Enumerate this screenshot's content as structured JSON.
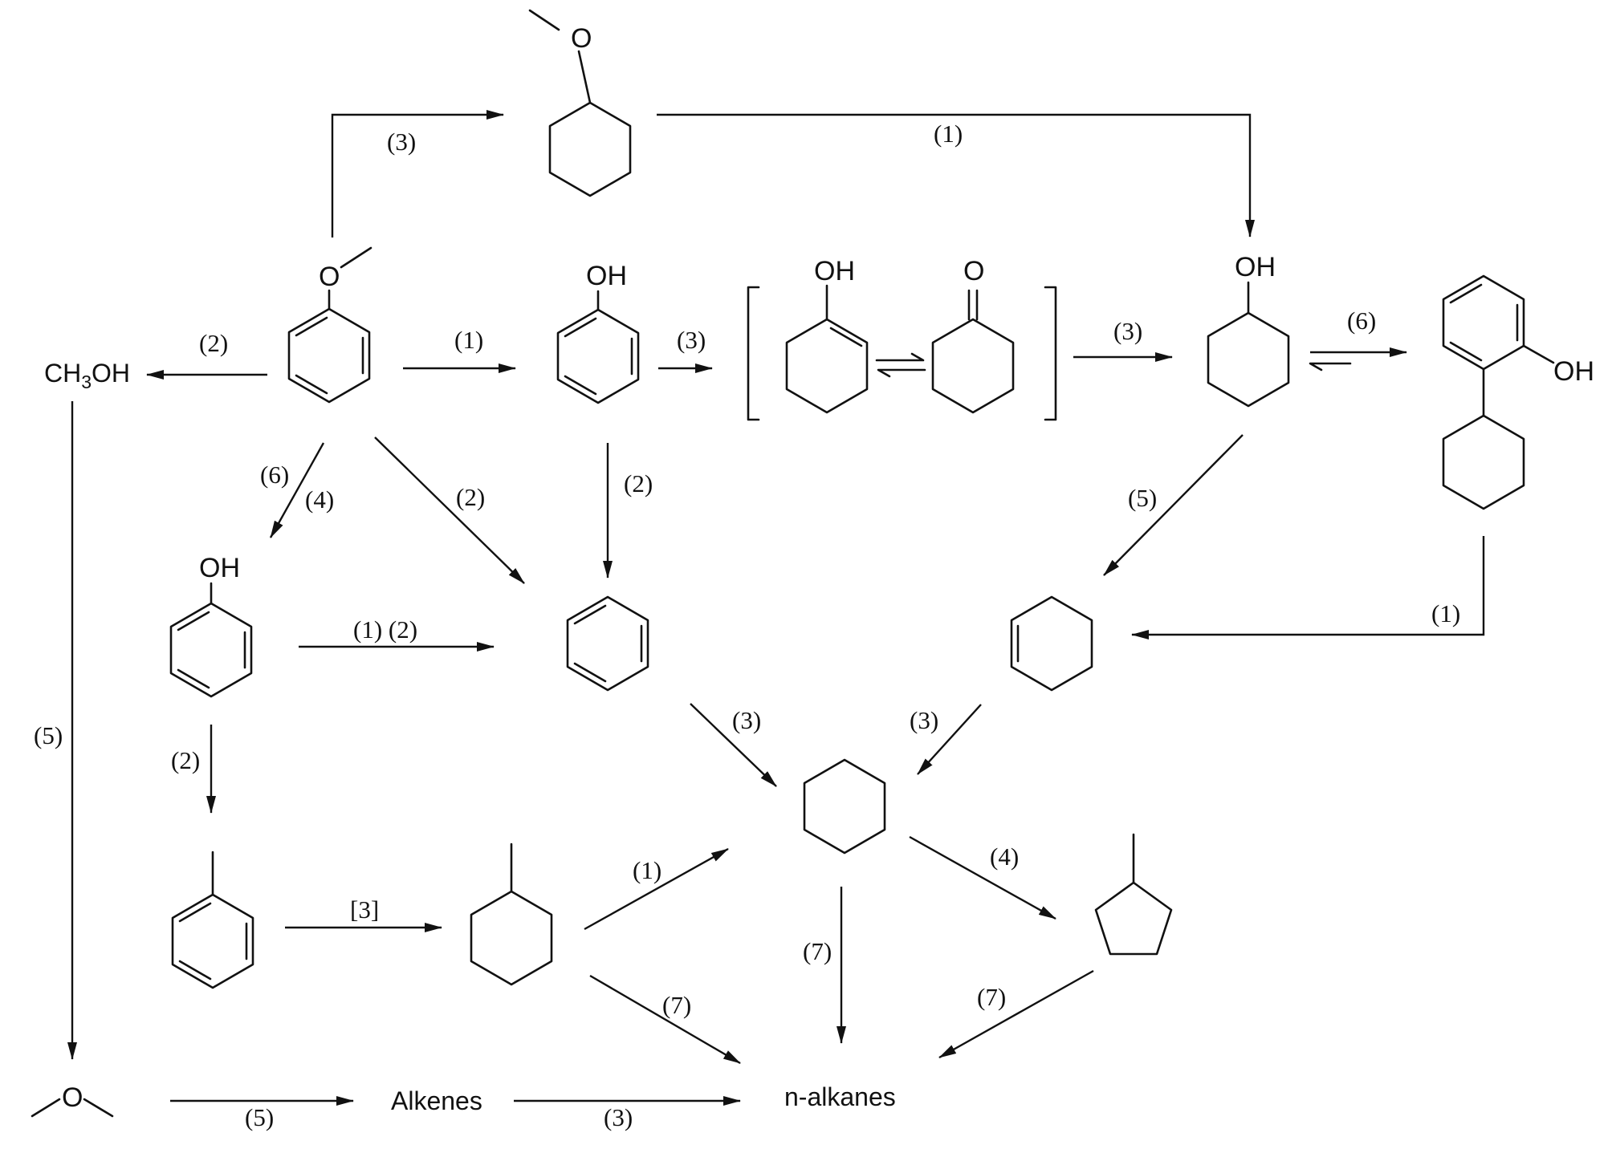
{
  "atoms": {
    "oxygen": "O",
    "hydroxyl": "OH"
  },
  "formulas": {
    "methanol_prefix": "CH",
    "methanol_sub": "3",
    "methanol_suffix": "OH"
  },
  "products": {
    "alkenes": "Alkenes",
    "n_alkanes": "n-alkanes"
  },
  "reaction_labels": {
    "anisole_to_methoxycyclohexane": "(3)",
    "methoxycyclohexane_to_cyclohexanol": "(1)",
    "anisole_to_methanol": "(2)",
    "anisole_to_phenol": "(1)",
    "phenol_to_enol_ketone": "(3)",
    "ketone_to_cyclohexanol": "(3)",
    "cyclohexanol_to_cyclohexylphenol": "(6)",
    "anisole_to_cresol_a": "(6)",
    "anisole_to_cresol_b": "(4)",
    "anisole_to_benzene": "(2)",
    "phenol_to_benzene": "(2)",
    "cyclohexanol_to_cyclohexene": "(5)",
    "cyclohexylphenol_to_cyclohexene": "(1)",
    "cresol_to_benzene": "(1) (2)",
    "methanol_to_dimethyl_ether": "(5)",
    "cresol_to_toluene": "(2)",
    "benzene_to_cyclohexane": "(3)",
    "cyclohexene_to_cyclohexane": "(3)",
    "toluene_to_methylcyclohexane": "[3]",
    "methylcyclohexane_to_cyclohexane": "(1)",
    "cyclohexane_to_methylcyclopentane": "(4)",
    "cyclohexane_to_n_alkanes": "(7)",
    "methylcyclohexane_to_n_alkanes": "(7)",
    "methylcyclopentane_to_n_alkanes": "(7)",
    "dimethyl_ether_to_alkenes": "(5)",
    "alkenes_to_n_alkanes": "(3)"
  }
}
